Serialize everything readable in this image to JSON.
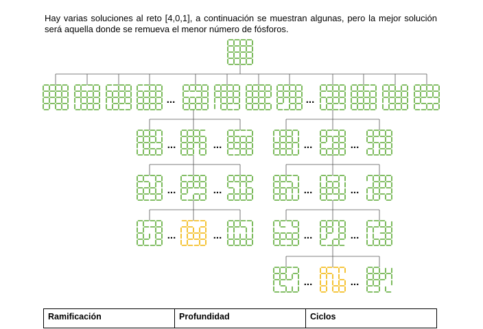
{
  "intro": {
    "text": "Hay varias soluciones al reto [4,0,1], a continuación se muestran algunas, pero la mejor solución será aquella donde se remueva el menor número de fósforos."
  },
  "diagram": {
    "ellipsis": "...",
    "colors": {
      "puzzle": "#5aa832",
      "solution": "#f2b400",
      "connector": "#555555"
    }
  },
  "table": {
    "headers": [
      "Ramificación",
      "Profundidad",
      "Ciclos"
    ]
  }
}
